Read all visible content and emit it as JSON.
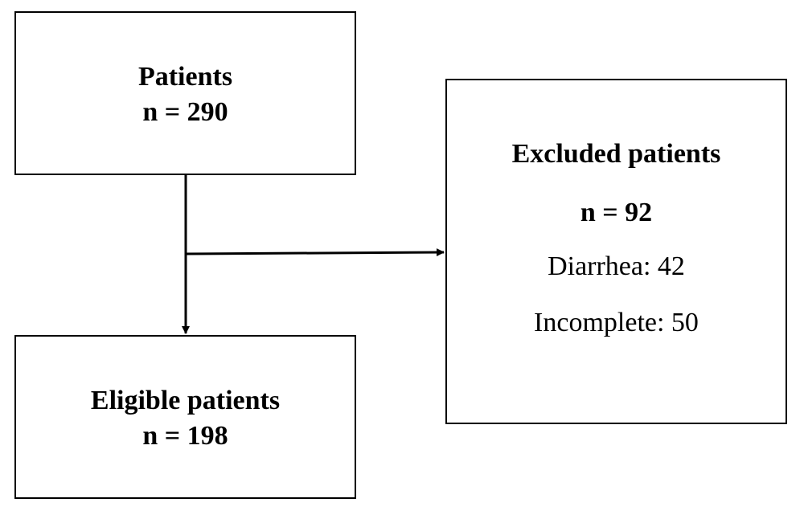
{
  "flowchart": {
    "patients": {
      "title": "Patients",
      "count": "n = 290"
    },
    "excluded": {
      "title": "Excluded patients",
      "count": "n = 92",
      "reasons": [
        {
          "label": "Diarrhea: 42"
        },
        {
          "label": "Incomplete: 50"
        }
      ]
    },
    "eligible": {
      "title": "Eligible patients",
      "count": "n = 198"
    }
  }
}
